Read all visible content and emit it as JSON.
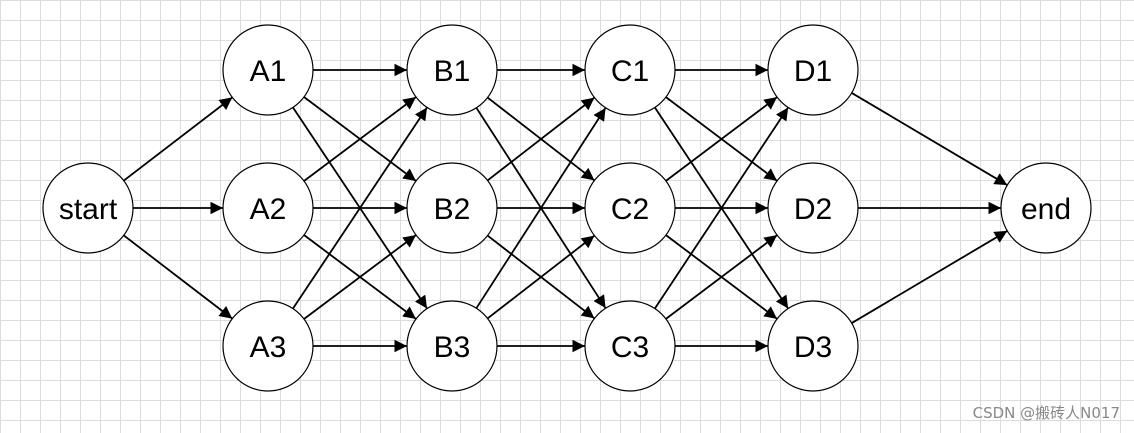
{
  "nodes": [
    {
      "id": "start",
      "label": "start"
    },
    {
      "id": "A1",
      "label": "A1"
    },
    {
      "id": "A2",
      "label": "A2"
    },
    {
      "id": "A3",
      "label": "A3"
    },
    {
      "id": "B1",
      "label": "B1"
    },
    {
      "id": "B2",
      "label": "B2"
    },
    {
      "id": "B3",
      "label": "B3"
    },
    {
      "id": "C1",
      "label": "C1"
    },
    {
      "id": "C2",
      "label": "C2"
    },
    {
      "id": "C3",
      "label": "C3"
    },
    {
      "id": "D1",
      "label": "D1"
    },
    {
      "id": "D2",
      "label": "D2"
    },
    {
      "id": "D3",
      "label": "D3"
    },
    {
      "id": "end",
      "label": "end"
    }
  ],
  "edges": [
    [
      "start",
      "A1"
    ],
    [
      "start",
      "A2"
    ],
    [
      "start",
      "A3"
    ],
    [
      "A1",
      "B1"
    ],
    [
      "A1",
      "B2"
    ],
    [
      "A1",
      "B3"
    ],
    [
      "A2",
      "B1"
    ],
    [
      "A2",
      "B2"
    ],
    [
      "A2",
      "B3"
    ],
    [
      "A3",
      "B1"
    ],
    [
      "A3",
      "B2"
    ],
    [
      "A3",
      "B3"
    ],
    [
      "B1",
      "C1"
    ],
    [
      "B1",
      "C2"
    ],
    [
      "B1",
      "C3"
    ],
    [
      "B2",
      "C1"
    ],
    [
      "B2",
      "C2"
    ],
    [
      "B2",
      "C3"
    ],
    [
      "B3",
      "C1"
    ],
    [
      "B3",
      "C2"
    ],
    [
      "B3",
      "C3"
    ],
    [
      "C1",
      "D1"
    ],
    [
      "C1",
      "D2"
    ],
    [
      "C1",
      "D3"
    ],
    [
      "C2",
      "D1"
    ],
    [
      "C2",
      "D2"
    ],
    [
      "C2",
      "D3"
    ],
    [
      "C3",
      "D1"
    ],
    [
      "C3",
      "D2"
    ],
    [
      "C3",
      "D3"
    ],
    [
      "D1",
      "end"
    ],
    [
      "D2",
      "end"
    ],
    [
      "D3",
      "end"
    ]
  ],
  "watermark": "CSDN @搬砖人N017",
  "colors": {
    "background": "#ffffff",
    "grid": "#dcdcdc",
    "stroke": "#000000"
  }
}
